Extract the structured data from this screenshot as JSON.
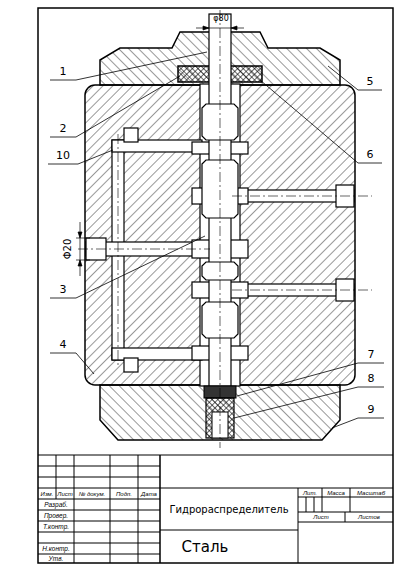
{
  "diagram": {
    "labels": [
      "φ80",
      "1",
      "2",
      "10",
      "Φ20",
      "3",
      "4",
      "5",
      "6",
      "7",
      "8",
      "9",
      "Изм.",
      "Лист",
      "№ докум.",
      "Подп.",
      "Дата",
      "Разраб.",
      "Провер.",
      "Т.контр.",
      "Н.контр.",
      "Утв.",
      "Гидрораспределитель",
      "Лит.",
      "Масса",
      "Масштаб",
      "Лист",
      "Листов",
      "Сталь"
    ]
  }
}
